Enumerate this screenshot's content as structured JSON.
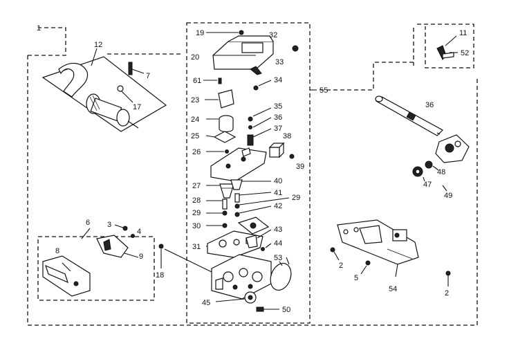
{
  "diagram": {
    "callouts": {
      "c1": "1",
      "c2a": "2",
      "c2b": "2",
      "c3": "3",
      "c4": "4",
      "c5": "5",
      "c6": "6",
      "c7": "7",
      "c8": "8",
      "c9": "9",
      "c11": "11",
      "c12": "12",
      "c17": "17",
      "c18": "18",
      "c19": "19",
      "c20": "20",
      "c23": "23",
      "c24": "24",
      "c25": "25",
      "c26": "26",
      "c27": "27",
      "c28": "28",
      "c29a": "29",
      "c29b": "29",
      "c30": "30",
      "c31": "31",
      "c32": "32",
      "c33": "33",
      "c34": "34",
      "c35": "35",
      "c36": "36",
      "c36b": "36",
      "c37": "37",
      "c38": "38",
      "c39": "39",
      "c40": "40",
      "c41": "41",
      "c42": "42",
      "c43": "43",
      "c44": "44",
      "c45": "45",
      "c47": "47",
      "c48": "48",
      "c49": "49",
      "c50": "50",
      "c52": "52",
      "c53": "53",
      "c54": "54",
      "c55": "55",
      "c61": "61"
    }
  }
}
